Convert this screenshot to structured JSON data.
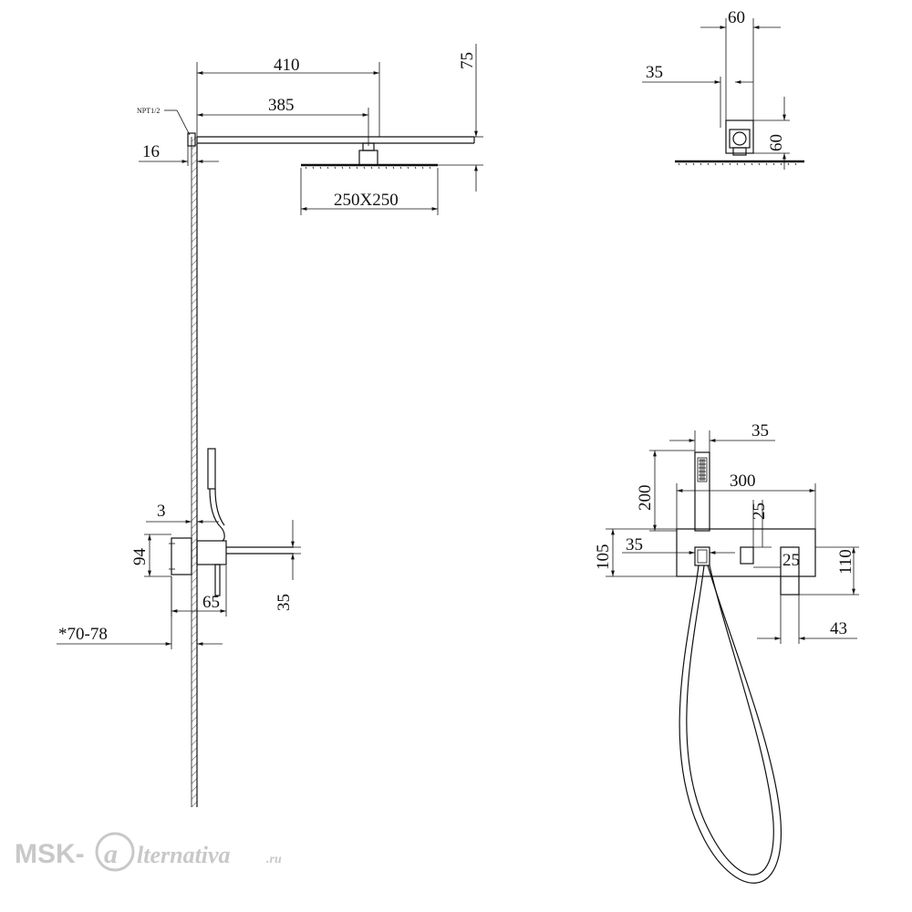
{
  "dimensions": {
    "arm_length_total": "410",
    "arm_length_to_head": "385",
    "arm_height": "75",
    "thread_label": "NPT1/2",
    "wall_flange": "16",
    "head_size": "250X250",
    "top_connector_width": "60",
    "top_connector_offset": "35",
    "top_connector_height": "60",
    "mixer_gap": "3",
    "mixer_height": "94",
    "mixer_depth": "65",
    "spout_thickness_left": "35",
    "install_depth": "*70-78",
    "hand_shower_width": "35",
    "hand_shower_height": "200",
    "plate_width": "300",
    "handle_gap": "25",
    "plate_height": "105",
    "holder_width": "35",
    "knob_size": "25",
    "knob_height": "110",
    "knob_width": "43"
  },
  "watermark": {
    "brand_left": "MSK-",
    "brand_right": "lternativa",
    "brand_tld": ".ru"
  }
}
